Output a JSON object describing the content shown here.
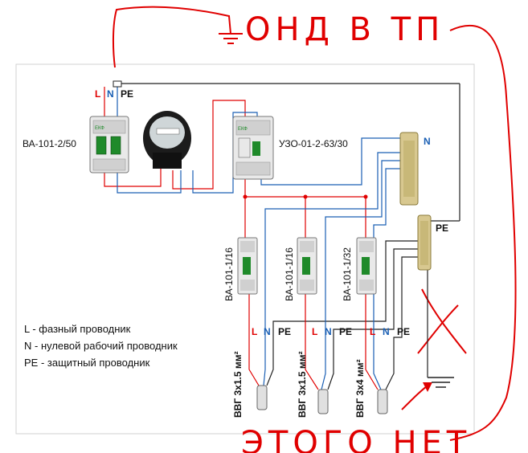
{
  "annotations": {
    "top_note": "ОНД В ТП",
    "bottom_note": "ЭТОГО НЕТ"
  },
  "labels": {
    "L": "L",
    "N": "N",
    "PE": "PE"
  },
  "devices": {
    "main_breaker": "ВА-101-2/50",
    "rcd": "УЗО-01-2-63/30",
    "breaker_1": "ВА-101-1/16",
    "breaker_2": "ВА-101-1/16",
    "breaker_3": "ВА-101-1/32",
    "breaker_face": "ЕКФ",
    "rcd_face": "ЕКФ"
  },
  "cables": {
    "cable_1": "ВВГ 3х1.5 мм²",
    "cable_2": "ВВГ 3х1.5 мм²",
    "cable_3": "ВВГ 3х4 мм²"
  },
  "legend": {
    "l": "L - фазный проводник",
    "n": "N - нулевой рабочий проводник",
    "pe": "PE - защитный проводник"
  },
  "colors": {
    "phase": "#e00000",
    "neutral": "#1a5fb4",
    "pe": "#222222",
    "annotation": "#e00000"
  }
}
